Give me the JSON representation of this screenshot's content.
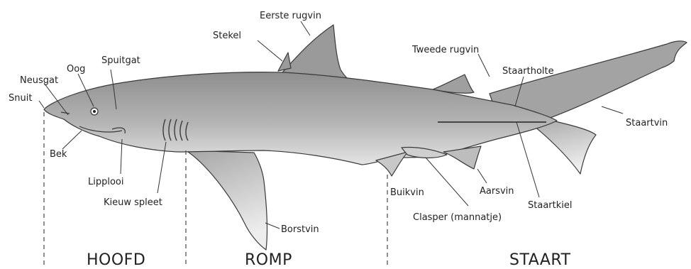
{
  "labels": {
    "eerste_rugvin": "Eerste rugvin",
    "stekel": "Stekel",
    "tweede_rugvin": "Tweede rugvin",
    "staartholte": "Staartholte",
    "staartvin": "Staartvin",
    "neusgat": "Neusgat",
    "oog": "Oog",
    "spuitgat": "Spuitgat",
    "snuit": "Snuit",
    "bek": "Bek",
    "lipplooi": "Lipplooi",
    "kieuw_spleet": "Kieuw spleet",
    "borstvin": "Borstvin",
    "buikvin": "Buikvin",
    "clasper": "Clasper (mannatje)",
    "aarsvin": "Aarsvin",
    "staartkiel": "Staartkiel"
  },
  "sections": {
    "hoofd": "HOOFD",
    "romp": "ROMP",
    "staart": "STAART"
  },
  "colors": {
    "body_top": "#8f8f8f",
    "body_bottom": "#e2e2e2",
    "outline": "#3a3a3a"
  }
}
